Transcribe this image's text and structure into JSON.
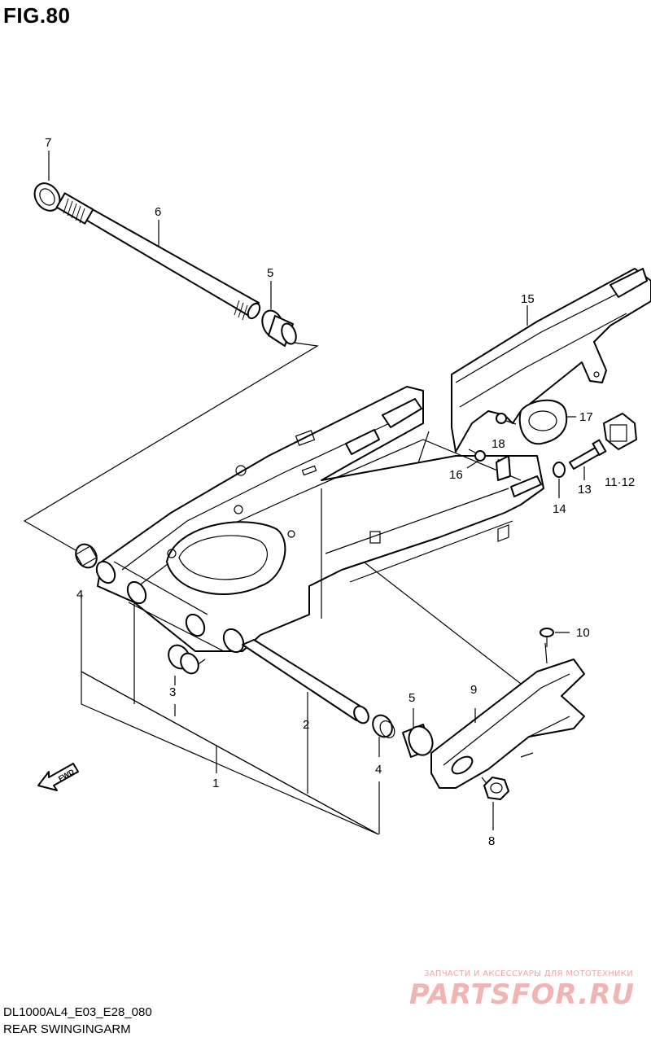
{
  "figure": {
    "title": "FIG.80",
    "model_code": "DL1000AL4_E03_E28_080",
    "name": "REAR SWINGINGARM"
  },
  "watermark": {
    "line1": "ЗАПЧАСТИ И АКСЕССУАРЫ ДЛЯ МОТОТЕХНИКИ",
    "line2": "PARTSFOR.RU"
  },
  "direction_arrow": "FWD",
  "callouts": {
    "p1": "1",
    "p2": "2",
    "p3": "3",
    "p4a": "4",
    "p4b": "4",
    "p5a": "5",
    "p5b": "5",
    "p6": "6",
    "p7": "7",
    "p8": "8",
    "p9": "9",
    "p10": "10",
    "p1112": "11·12",
    "p13": "13",
    "p14": "14",
    "p15": "15",
    "p16": "16",
    "p17": "17",
    "p18": "18"
  }
}
